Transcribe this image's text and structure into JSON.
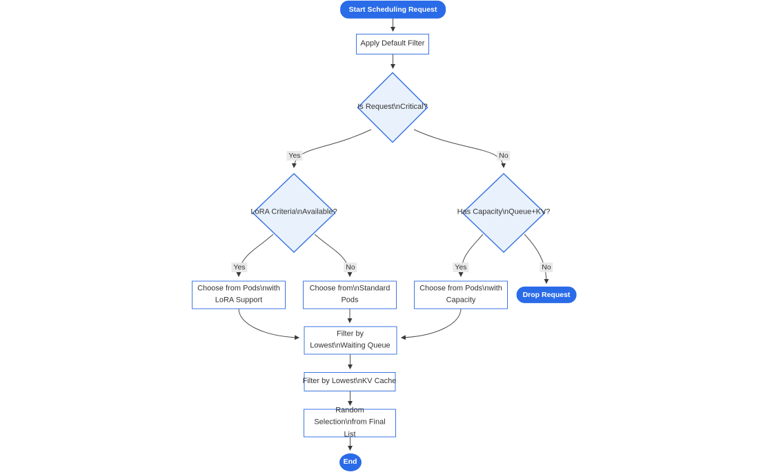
{
  "flowchart": {
    "nodes": {
      "start": "Start Scheduling Request",
      "apply_default_filter": "Apply Default Filter",
      "is_request_critical": "Is Request\\nCritical?",
      "lora_criteria_available": "LoRA Criteria\\nAvailable?",
      "has_capacity_queue_kv": "Has Capacity\\nQueue+KV?",
      "choose_pods_lora": "Choose from Pods\\nwith LoRA Support",
      "choose_standard_pods": "Choose from\\nStandard Pods",
      "choose_pods_capacity": "Choose from Pods\\nwith Capacity",
      "drop_request": "Drop Request",
      "filter_lowest_waiting_queue": "Filter by Lowest\\nWaiting Queue",
      "filter_lowest_kv_cache": "Filter by Lowest\\nKV Cache",
      "random_selection_final_list": "Random Selection\\nfrom Final List",
      "end": "End"
    },
    "edge_labels": {
      "critical_yes": "Yes",
      "critical_no": "No",
      "lora_yes": "Yes",
      "lora_no": "No",
      "capacity_yes": "Yes",
      "capacity_no": "No"
    },
    "colors": {
      "pill_fill": "#2a6be8",
      "pill_text": "#ffffff",
      "node_border": "#3b74e0",
      "decision_fill": "#e9f2fc",
      "rect_fill": "#ffffff",
      "text": "#333333",
      "edge": "#4b4b4b",
      "edge_label_bg": "#e8e8e8"
    }
  }
}
